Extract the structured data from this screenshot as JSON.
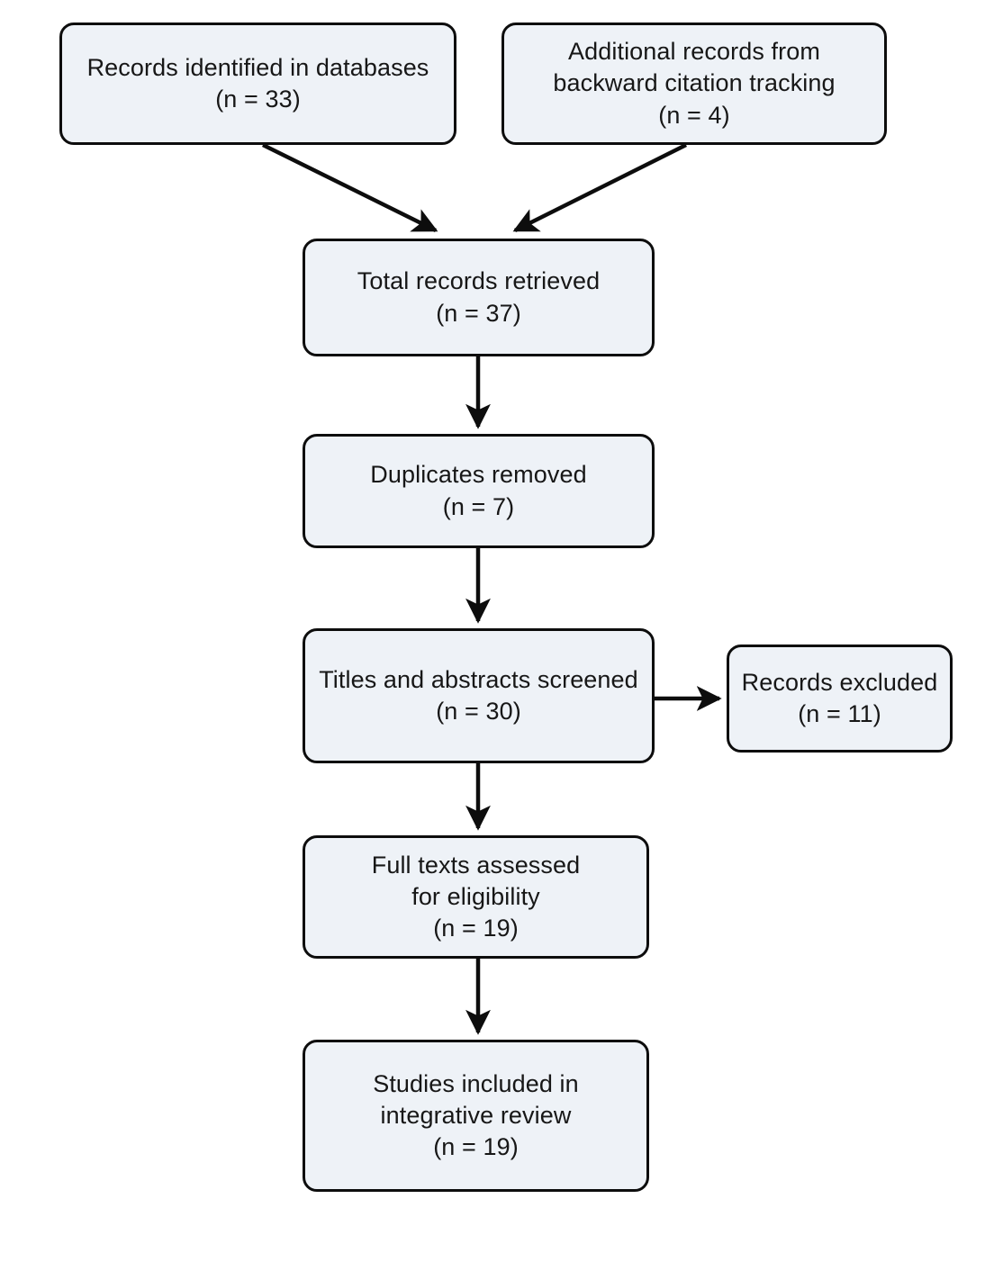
{
  "diagram": {
    "type": "prisma-flow-diagram",
    "title": "",
    "colors": {
      "box_fill": "#eef2f7",
      "box_border": "#0d0d0d",
      "connector": "#0d0d0d",
      "text": "#171717",
      "background": "#ffffff"
    },
    "nodes": [
      {
        "id": "identified",
        "label": "Records identified in databases\n(n = 33)",
        "count_label": "(n = 33)",
        "count": 33,
        "stage": "identification"
      },
      {
        "id": "backward",
        "label": "Additional records from\nbackward citation tracking\n(n = 4)",
        "count_label": "(n = 4)",
        "count": 4,
        "stage": "identification"
      },
      {
        "id": "total",
        "label": "Total records retrieved\n(n = 37)",
        "count_label": "(n = 37)",
        "count": 37,
        "stage": "identification"
      },
      {
        "id": "duplicates",
        "label": "Duplicates removed\n(n = 7)",
        "count_label": "(n = 7)",
        "count": 7,
        "stage": "screening"
      },
      {
        "id": "screened",
        "label": "Titles and abstracts screened\n(n = 30)",
        "count_label": "(n = 30)",
        "count": 30,
        "stage": "screening"
      },
      {
        "id": "excluded",
        "label": "Records excluded\n(n = 11)",
        "count_label": "(n = 11)",
        "count": 11,
        "stage": "screening"
      },
      {
        "id": "fulltext",
        "label": "Full texts assessed\nfor eligibility\n(n = 19)",
        "count_label": "(n = 19)",
        "count": 19,
        "stage": "eligibility"
      },
      {
        "id": "included",
        "label": "Studies included in\nintegrative review\n(n = 19)",
        "count_label": "(n = 19)",
        "count": 19,
        "stage": "included"
      }
    ],
    "edges": [
      {
        "from": "identified",
        "to": "total",
        "direction": "diagonal-down-right"
      },
      {
        "from": "backward",
        "to": "total",
        "direction": "diagonal-down-left"
      },
      {
        "from": "total",
        "to": "duplicates",
        "direction": "down"
      },
      {
        "from": "duplicates",
        "to": "screened",
        "direction": "down"
      },
      {
        "from": "screened",
        "to": "excluded",
        "direction": "right"
      },
      {
        "from": "screened",
        "to": "fulltext",
        "direction": "down"
      },
      {
        "from": "fulltext",
        "to": "included",
        "direction": "down"
      }
    ]
  }
}
